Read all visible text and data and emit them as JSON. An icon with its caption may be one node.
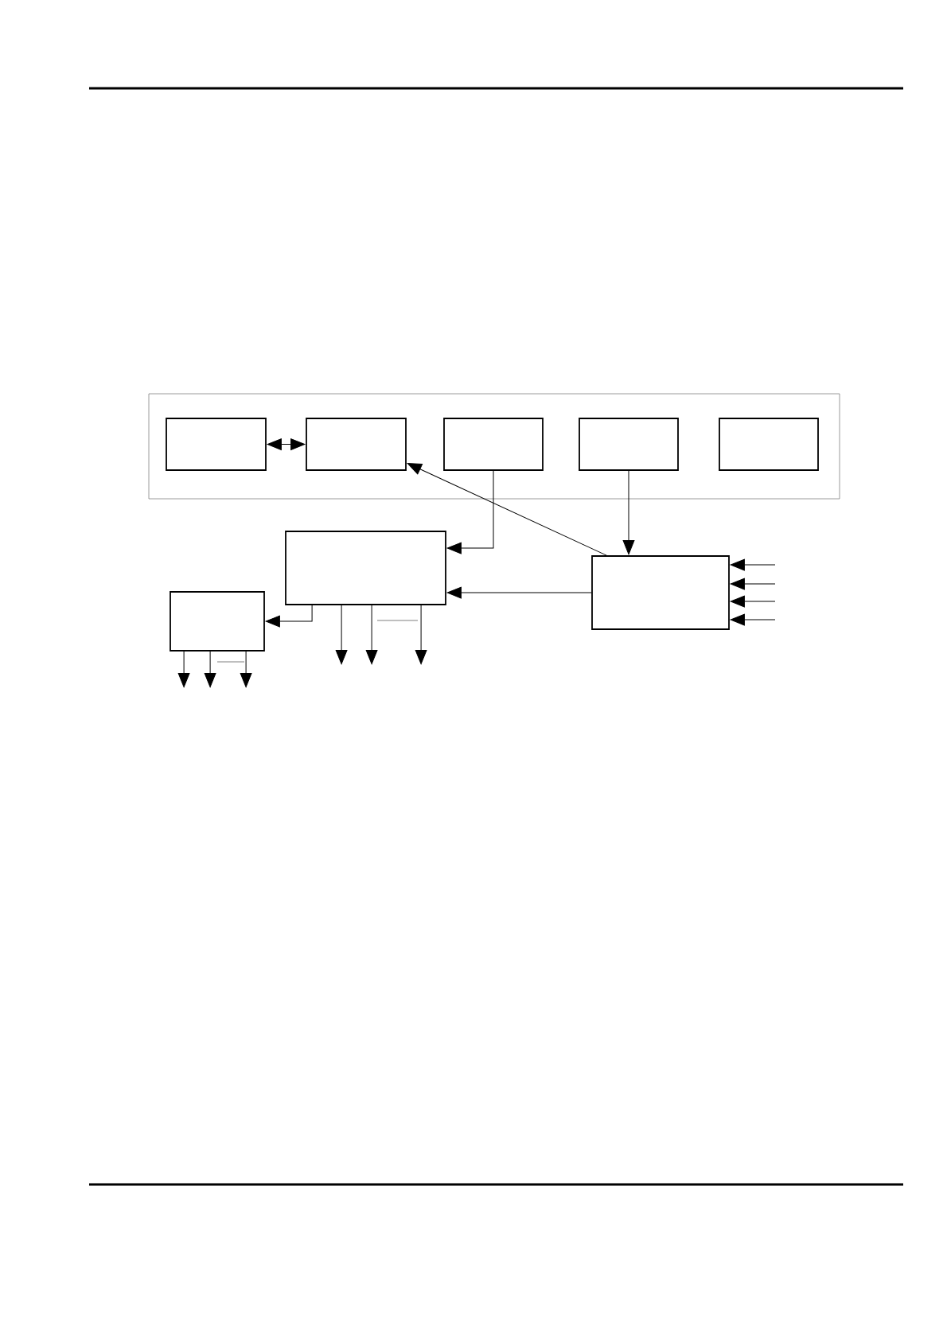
{
  "diagram": {
    "nodes": [
      {
        "text": [],
        "shape": "box"
      },
      {
        "text": [],
        "shape": "box",
        "in": 0
      },
      {
        "text": [],
        "shape": "box",
        "in": 0
      },
      {
        "text": [],
        "shape": "box",
        "in": 0
      },
      {
        "text": [],
        "shape": "box",
        "in": 0
      },
      {
        "text": [],
        "shape": "box",
        "in": 0
      },
      {
        "text": [],
        "shape": "box"
      },
      {
        "text": [],
        "shape": "box"
      },
      {
        "text": [],
        "shape": "box"
      }
    ],
    "edges": [
      {
        "from": 1,
        "to": 2,
        "arrow": "both"
      },
      {
        "from": 8,
        "to": 2,
        "arrow": "to"
      },
      {
        "from": 3,
        "to": 6,
        "arrow": "to"
      },
      {
        "from": 4,
        "to": 8,
        "arrow": "to"
      },
      {
        "from": 8,
        "to": 6,
        "arrow": "to"
      },
      {
        "from": 6,
        "to": 7,
        "arrow": "to"
      },
      {
        "from": 6,
        "to": null,
        "arrow": "to"
      },
      {
        "from": 6,
        "to": null,
        "arrow": "to"
      },
      {
        "from": 6,
        "to": null,
        "arrow": "to"
      },
      {
        "from": 7,
        "to": null,
        "arrow": "to"
      },
      {
        "from": 7,
        "to": null,
        "arrow": "to"
      },
      {
        "from": 7,
        "to": null,
        "arrow": "to"
      },
      {
        "from": null,
        "to": 8,
        "arrow": "to"
      },
      {
        "from": null,
        "to": 8,
        "arrow": "to"
      },
      {
        "from": null,
        "to": 8,
        "arrow": "to"
      },
      {
        "from": null,
        "to": 8,
        "arrow": "to"
      }
    ]
  }
}
